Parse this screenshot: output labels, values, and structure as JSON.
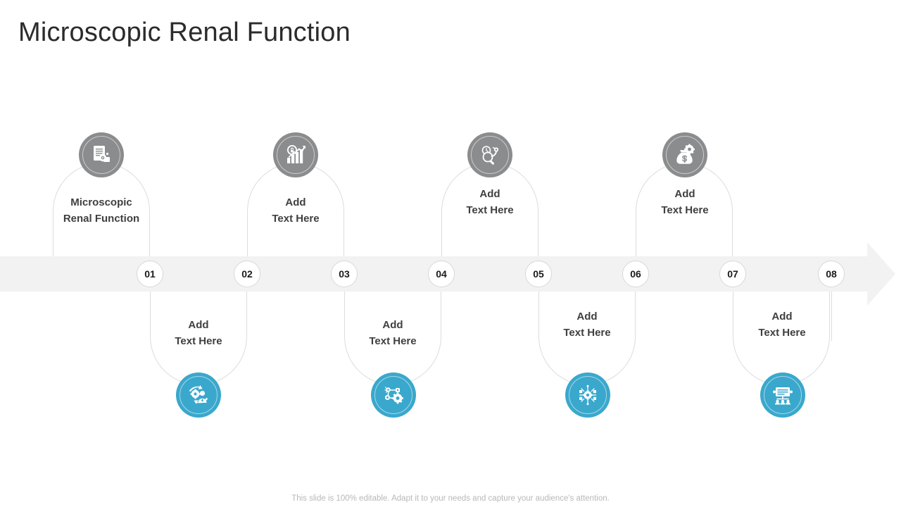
{
  "slide": {
    "title": "Microscopic Renal Function",
    "footer": "This slide is 100% editable. Adapt it to your needs and capture your audience's attention.",
    "colors": {
      "accent_blue": "#3aa8cc",
      "icon_gray": "#8a8c8e",
      "bar_gray": "#f2f2f2",
      "outline_gray": "#dcdcdc",
      "text_dark": "#3f3f3f",
      "title_dark": "#2b2b2b",
      "footer_gray": "#b8b8b8"
    }
  },
  "timeline": {
    "badges": [
      {
        "number": "01"
      },
      {
        "number": "02"
      },
      {
        "number": "03"
      },
      {
        "number": "04"
      },
      {
        "number": "05"
      },
      {
        "number": "06"
      },
      {
        "number": "07"
      },
      {
        "number": "08"
      }
    ]
  },
  "items": [
    {
      "position": "top",
      "badge": "01",
      "label": "Microscopic\nRenal Function",
      "icon": "document-settings-icon",
      "icon_color": "gray"
    },
    {
      "position": "bottom",
      "badge": "02",
      "label": "Add\nText Here",
      "icon": "people-gear-refresh-icon",
      "icon_color": "blue"
    },
    {
      "position": "top",
      "badge": "03",
      "label": "Add\nText Here",
      "icon": "bar-chart-growth-icon",
      "icon_color": "gray"
    },
    {
      "position": "bottom",
      "badge": "04",
      "label": "Add\nText Here",
      "icon": "network-gear-icon",
      "icon_color": "blue"
    },
    {
      "position": "top",
      "badge": "05",
      "label": "Add\nText Here",
      "icon": "stethoscope-clock-icon",
      "icon_color": "gray"
    },
    {
      "position": "bottom",
      "badge": "06",
      "label": "Add\nText Here",
      "icon": "circuit-gear-icon",
      "icon_color": "blue"
    },
    {
      "position": "top",
      "badge": "07",
      "label": "Add\nText Here",
      "icon": "money-bag-gear-icon",
      "icon_color": "gray"
    },
    {
      "position": "bottom",
      "badge": "08",
      "label": "Add\nText Here",
      "icon": "presentation-training-icon",
      "icon_color": "blue"
    }
  ]
}
